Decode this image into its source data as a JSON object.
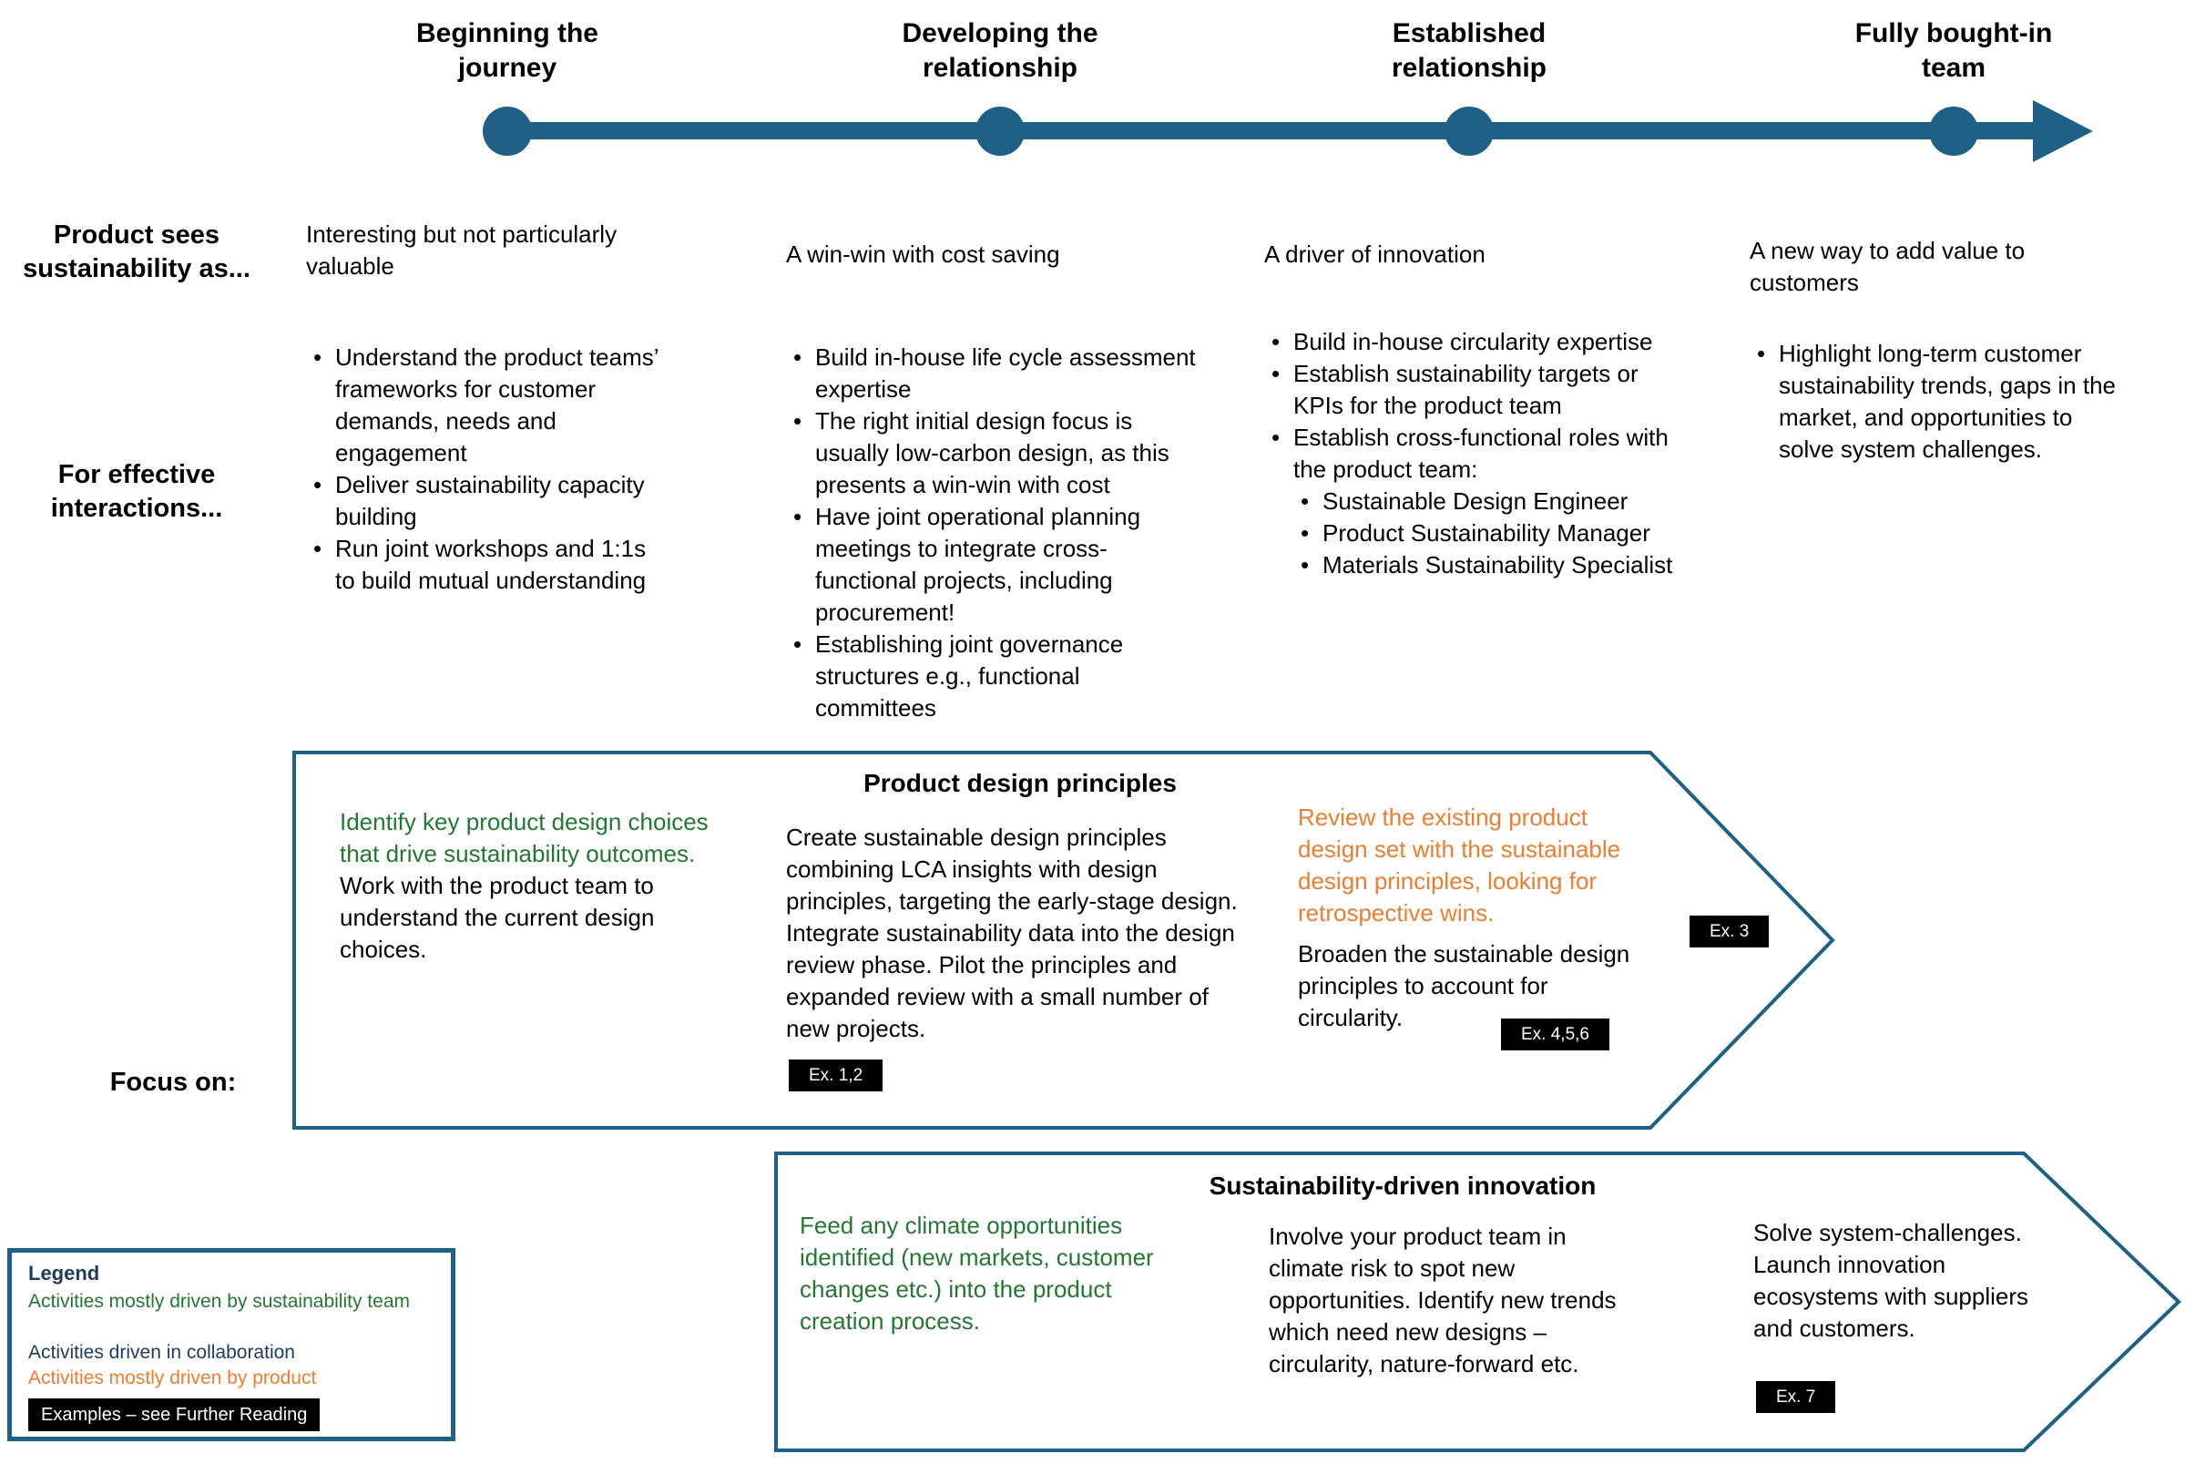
{
  "colors": {
    "teal": "#1F6087",
    "green": "#237733",
    "orange": "#ED7D31",
    "navy": "#1F3A5C",
    "badge-bg": "#000000",
    "badge-fg": "#FFFFFF"
  },
  "timeline": {
    "stages": [
      {
        "label": "Beginning the journey"
      },
      {
        "label": "Developing the relationship"
      },
      {
        "label": "Established relationship"
      },
      {
        "label": "Fully bought-in team"
      }
    ]
  },
  "rows": {
    "sees": {
      "label": "Product sees sustainability as...",
      "col1": "Interesting but not particularly valuable",
      "col2": "A win-win with cost saving",
      "col3": "A driver of innovation",
      "col4": "A new way to add value to customers"
    },
    "interactions": {
      "label": "For effective interactions...",
      "col1": [
        "Understand the product teams’ frameworks for customer demands, needs and engagement",
        "Deliver sustainability capacity building",
        "Run joint workshops and 1:1s to build mutual understanding"
      ],
      "col2": [
        "Build in-house life cycle assessment expertise",
        "The right initial design focus is usually low-carbon design, as this presents a win-win with cost",
        "Have joint operational planning meetings to integrate cross-functional projects, including procurement!",
        "Establishing joint governance structures e.g., functional committees"
      ],
      "col3": [
        "Build in-house circularity expertise",
        "Establish sustainability targets or KPIs for the product team",
        "Establish cross-functional roles with the product team:"
      ],
      "col3_sub": [
        "Sustainable Design Engineer",
        "Product Sustainability Manager",
        "Materials Sustainability Specialist"
      ],
      "col4": [
        "Highlight long-term customer sustainability trends, gaps in the market, and opportunities to solve system challenges."
      ]
    },
    "focus": {
      "label": "Focus on:"
    }
  },
  "boxes": {
    "design": {
      "title": "Product design principles",
      "col1_green": "Identify key product design choices that drive sustainability outcomes.",
      "col1_black": "Work with the product team to understand the current design choices.",
      "col2_text": "Create sustainable design principles combining LCA insights with design principles,  targeting the early-stage design. Integrate sustainability data into the design review phase. Pilot the principles and expanded review with a small number of new projects.",
      "col2_badge": "Ex. 1,2",
      "col3_orange": "Review the existing product design set with the sustainable design principles, looking for retrospective wins.",
      "col3_badge1": "Ex. 3",
      "col3_black": "Broaden the sustainable design principles to account for circularity.",
      "col3_badge2": "Ex. 4,5,6"
    },
    "innovation": {
      "title": "Sustainability-driven innovation",
      "col1_green": "Feed any climate opportunities identified (new markets, customer changes etc.) into the product creation process.",
      "col2_text": "Involve your product team in climate risk to spot new opportunities. Identify new trends which need new designs – circularity, nature-forward etc.",
      "col3_text": "Solve system-challenges. Launch innovation ecosystems with suppliers and customers.",
      "col3_badge": "Ex. 7"
    }
  },
  "legend": {
    "title": "Legend",
    "items": [
      {
        "text": "Activities mostly driven by sustainability team"
      },
      {
        "text": "Activities driven in collaboration"
      },
      {
        "text": "Activities mostly driven by product"
      }
    ],
    "badge": "Examples – see Further Reading"
  }
}
